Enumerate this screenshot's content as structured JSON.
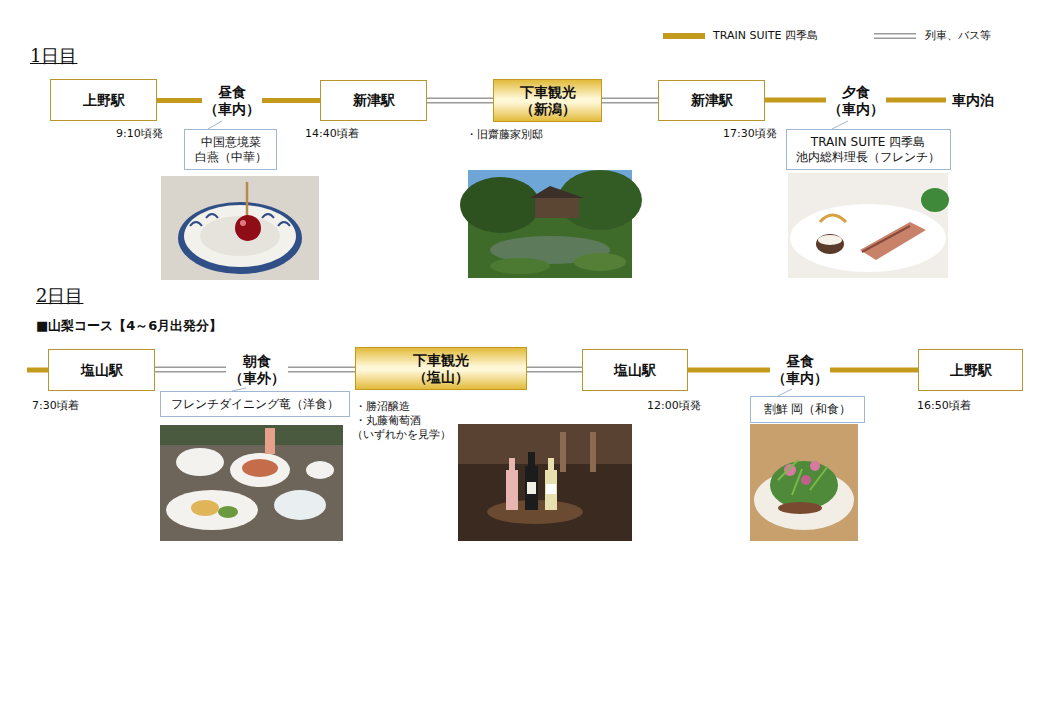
{
  "diagram": {
    "nodes": [
      {
        "text": [
          "上野駅"
        ]
      },
      {
        "text": [
          "新津駅"
        ]
      },
      {
        "text": [
          "下車観光 （新潟）"
        ]
      },
      {
        "text": [
          "新津駅"
        ]
      },
      {
        "text": [
          "中国意境菜 白燕（中華）"
        ]
      },
      {
        "text": [
          "TRAIN SUITE 四季島 池内総料理長（フレンチ）"
        ]
      },
      {
        "text": [
          "塩山駅"
        ]
      },
      {
        "text": [
          "下車観光 （塩山）"
        ]
      },
      {
        "text": [
          "塩山駅"
        ]
      },
      {
        "text": [
          "上野駅"
        ]
      },
      {
        "text": [
          "フレンチダイニング竜（洋食）"
        ]
      },
      {
        "text": [
          "割鮮 岡（和食）"
        ]
      }
    ],
    "edges": [
      {
        "from": 0,
        "to": 1,
        "arrow": "none"
      },
      {
        "from": 1,
        "to": 2,
        "arrow": "none"
      },
      {
        "from": 2,
        "to": 3,
        "arrow": "none"
      },
      {
        "from": 6,
        "to": 7,
        "arrow": "none"
      },
      {
        "from": 7,
        "to": 8,
        "arrow": "none"
      },
      {
        "from": 8,
        "to": 9,
        "arrow": "none"
      }
    ],
    "labels": [
      "1日目",
      "昼食 （車内）",
      "9:10頃発",
      "14:40頃着",
      "・旧齋藤家別邸",
      "17:30頃発",
      "夕食 （車内）",
      "車内泊",
      "2日目",
      "■山梨コース【4～6月出発分】",
      "7:30頃着",
      "朝食 （車外）",
      "・勝沼醸造",
      "・丸藤葡萄酒",
      "（いずれかを見学）",
      "12:00頃発",
      "昼食 （車内）",
      "16:50頃着"
    ],
    "legend": [
      {
        "text": "TRAIN SUITE 四季島",
        "color": "#c49a1c"
      },
      {
        "text": "列車、バス等"
      }
    ]
  }
}
